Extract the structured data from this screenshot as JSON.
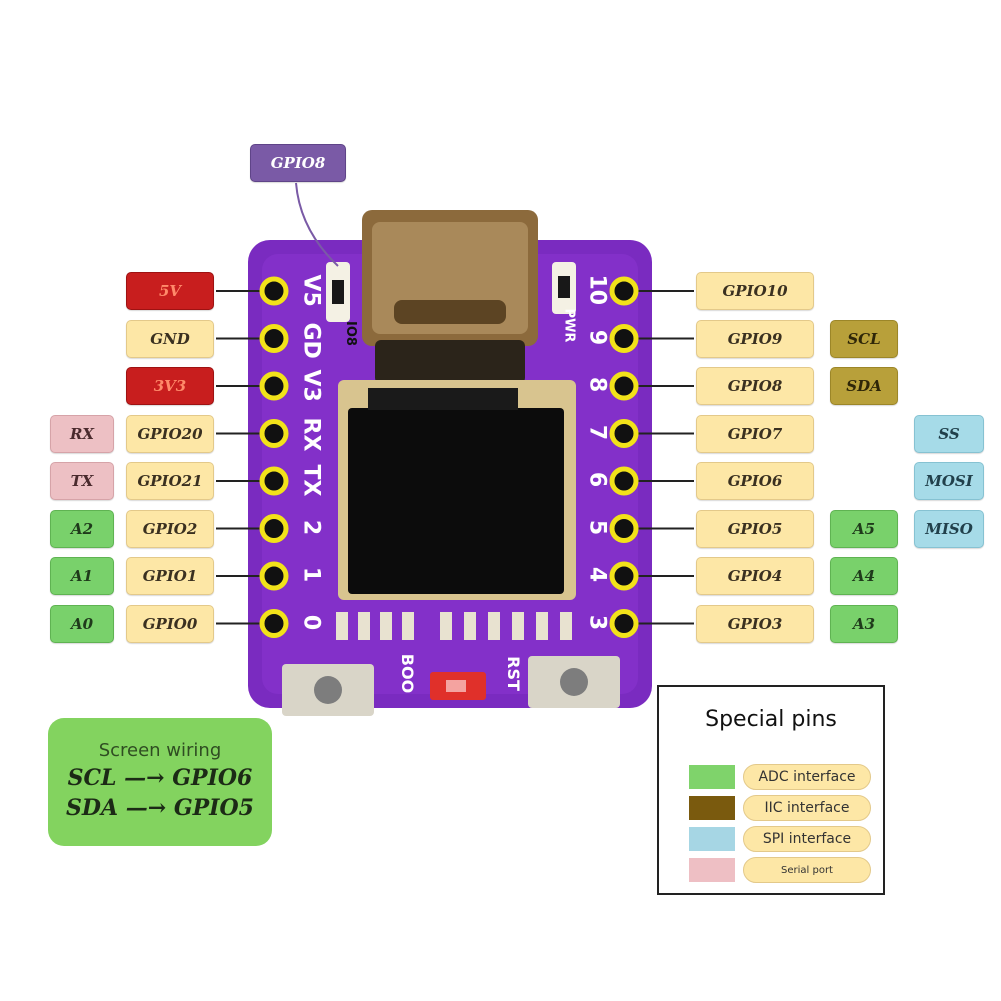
{
  "top_tag": "GPIO8",
  "left_tags": [
    {
      "outer": "",
      "gpio": "5V",
      "board": "V5",
      "kind": "red"
    },
    {
      "outer": "",
      "gpio": "GND",
      "board": "GD",
      "kind": "gpio"
    },
    {
      "outer": "",
      "gpio": "3V3",
      "board": "V3",
      "kind": "red"
    },
    {
      "outer": "RX",
      "gpio": "GPIO20",
      "board": "RX",
      "kind": "gpio"
    },
    {
      "outer": "TX",
      "gpio": "GPIO21",
      "board": "TX",
      "kind": "gpio"
    },
    {
      "outer": "A2",
      "gpio": "GPIO2",
      "board": "2",
      "kind": "gpio"
    },
    {
      "outer": "A1",
      "gpio": "GPIO1",
      "board": "1",
      "kind": "gpio"
    },
    {
      "outer": "A0",
      "gpio": "GPIO0",
      "board": "0",
      "kind": "gpio"
    }
  ],
  "right_tags": [
    {
      "gpio": "GPIO10",
      "func": "",
      "spi": "",
      "board": "10"
    },
    {
      "gpio": "GPIO9",
      "func": "SCL",
      "spi": "",
      "board": "9"
    },
    {
      "gpio": "GPIO8",
      "func": "SDA",
      "spi": "",
      "board": "8"
    },
    {
      "gpio": "GPIO7",
      "func": "",
      "spi": "SS",
      "board": "7"
    },
    {
      "gpio": "GPIO6",
      "func": "",
      "spi": "MOSI",
      "board": "6"
    },
    {
      "gpio": "GPIO5",
      "func": "A5",
      "spi": "MISO",
      "board": "5"
    },
    {
      "gpio": "GPIO4",
      "func": "A4",
      "spi": "",
      "board": "4"
    },
    {
      "gpio": "GPIO3",
      "func": "A3",
      "spi": "",
      "board": "3"
    }
  ],
  "board_labels": {
    "io8": "IO8",
    "pwr": "PWR",
    "boot": "BOO",
    "rst": "RST"
  },
  "screen_wiring": {
    "title": "Screen wiring",
    "line1": "SCL —→ GPIO6",
    "line2": "SDA —→ GPIO5"
  },
  "legend": {
    "title": "Special pins",
    "items": [
      {
        "label": "ADC interface",
        "color": "#7fd36b"
      },
      {
        "label": "IIC interface",
        "color": "#7a5a0e"
      },
      {
        "label": "SPI interface",
        "color": "#a6d6e4"
      },
      {
        "label": "Serial port",
        "color": "#eebfc4"
      }
    ]
  },
  "colors": {
    "board": "#7a2bc0",
    "pin": "#f2e21a",
    "adc": "#79d16b",
    "iic": "#b8a03a",
    "spi": "#a6dbe8",
    "serial": "#edc0c4",
    "power": "#c81e1e"
  }
}
